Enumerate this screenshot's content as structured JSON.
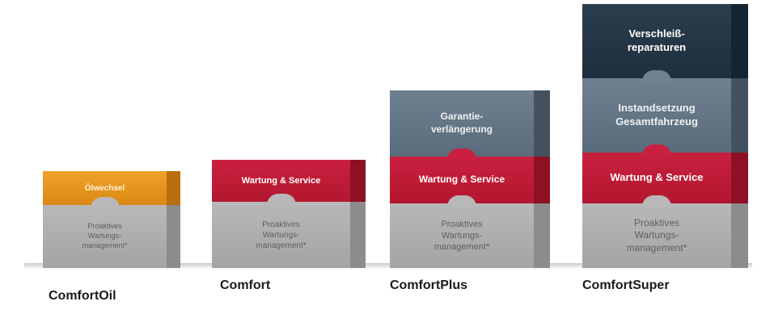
{
  "products": [
    {
      "name": "ComfortOil",
      "blocks": [
        {
          "text": "Ölwechsel",
          "color": "orange"
        },
        {
          "text": "Proaktives\nWartungs-\nmanagement*",
          "color": "gray"
        }
      ]
    },
    {
      "name": "Comfort",
      "blocks": [
        {
          "text": "Wartung & Service",
          "color": "red"
        },
        {
          "text": "Proaktives\nWartungs-\nmanagement*",
          "color": "gray"
        }
      ]
    },
    {
      "name": "ComfortPlus",
      "blocks": [
        {
          "text": "Garantie-\nverlängerung",
          "color": "slate"
        },
        {
          "text": "Wartung & Service",
          "color": "red"
        },
        {
          "text": "Proaktives\nWartungs-\nmanagement*",
          "color": "gray"
        }
      ]
    },
    {
      "name": "ComfortSuper",
      "blocks": [
        {
          "text": "Verschleiß-\nreparaturen",
          "color": "navy"
        },
        {
          "text": "Instandsetzung\nGesamtfahrzeug",
          "color": "slate"
        },
        {
          "text": "Wartung & Service",
          "color": "red"
        },
        {
          "text": "Proaktives\nWartungs-\nmanagement*",
          "color": "gray"
        }
      ]
    }
  ]
}
